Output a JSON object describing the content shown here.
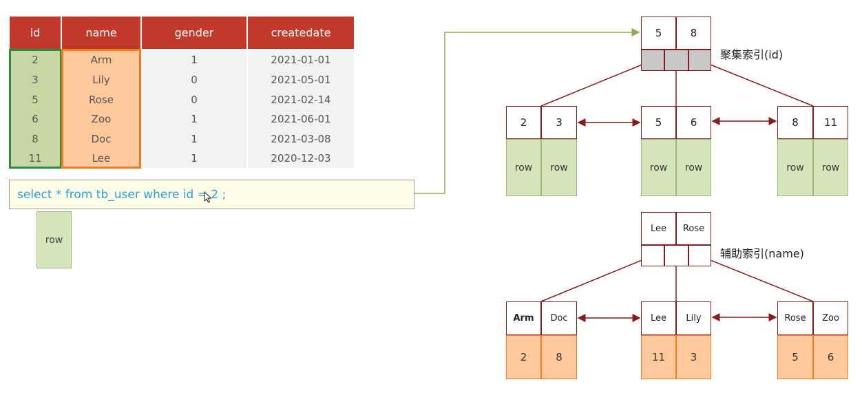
{
  "table": {
    "headers": [
      "id",
      "name",
      "gender",
      "createdate"
    ],
    "rows": [
      [
        "2",
        "Arm",
        "1",
        "2021-01-01"
      ],
      [
        "3",
        "Lily",
        "0",
        "2021-05-01"
      ],
      [
        "5",
        "Rose",
        "0",
        "2021-02-14"
      ],
      [
        "6",
        "Zoo",
        "1",
        "2021-06-01"
      ],
      [
        "8",
        "Doc",
        "1",
        "2021-03-08"
      ],
      [
        "11",
        "Lee",
        "1",
        "2020-12-03"
      ]
    ]
  },
  "query": {
    "text": "select * from tb_user where id = 2 ;"
  },
  "result_row": "row",
  "clustered": {
    "label": "聚集索引(id)",
    "root_keys": [
      "5",
      "8"
    ],
    "leaves": [
      {
        "keys": [
          "2",
          "3"
        ],
        "data": [
          "row",
          "row"
        ]
      },
      {
        "keys": [
          "5",
          "6"
        ],
        "data": [
          "row",
          "row"
        ]
      },
      {
        "keys": [
          "8",
          "11"
        ],
        "data": [
          "row",
          "row"
        ]
      }
    ]
  },
  "secondary": {
    "label": "辅助索引(name)",
    "root_keys": [
      "Lee",
      "Rose"
    ],
    "leaves": [
      {
        "keys": [
          "Arm",
          "Doc"
        ],
        "data": [
          "2",
          "8"
        ]
      },
      {
        "keys": [
          "Lee",
          "Lily"
        ],
        "data": [
          "11",
          "3"
        ]
      },
      {
        "keys": [
          "Rose",
          "Zoo"
        ],
        "data": [
          "5",
          "6"
        ]
      }
    ]
  },
  "colors": {
    "header_bg": "#c0392b",
    "id_column": "#c5d8a4",
    "name_column": "#ffc99b",
    "tree_border": "#8b1a1a",
    "query_text": "#2aa3d8",
    "connector": "#8aad52"
  }
}
